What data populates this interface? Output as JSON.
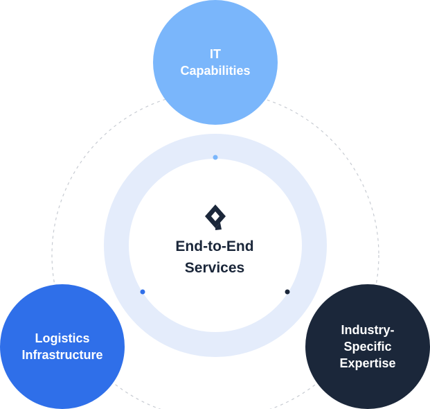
{
  "center": {
    "title_line1": "End-to-End",
    "title_line2": "Services",
    "icon": "diamond-logo-icon"
  },
  "nodes": [
    {
      "key": "it",
      "line1": "IT",
      "line2": "Capabilities",
      "line3": "",
      "color": "#7ab6fb"
    },
    {
      "key": "logistics",
      "line1": "Logistics",
      "line2": "Infrastructure",
      "line3": "",
      "color": "#2f6fe9"
    },
    {
      "key": "industry",
      "line1": "Industry-",
      "line2": "Specific",
      "line3": "Expertise",
      "color": "#1b273a"
    }
  ],
  "colors": {
    "ring": "#e4ecfb",
    "dashed_orbit": "#c7cbd2",
    "dot_top": "#7ab6fb",
    "dot_left": "#2f6fe9",
    "dot_right": "#1b273a",
    "text_dark": "#1a2639"
  }
}
